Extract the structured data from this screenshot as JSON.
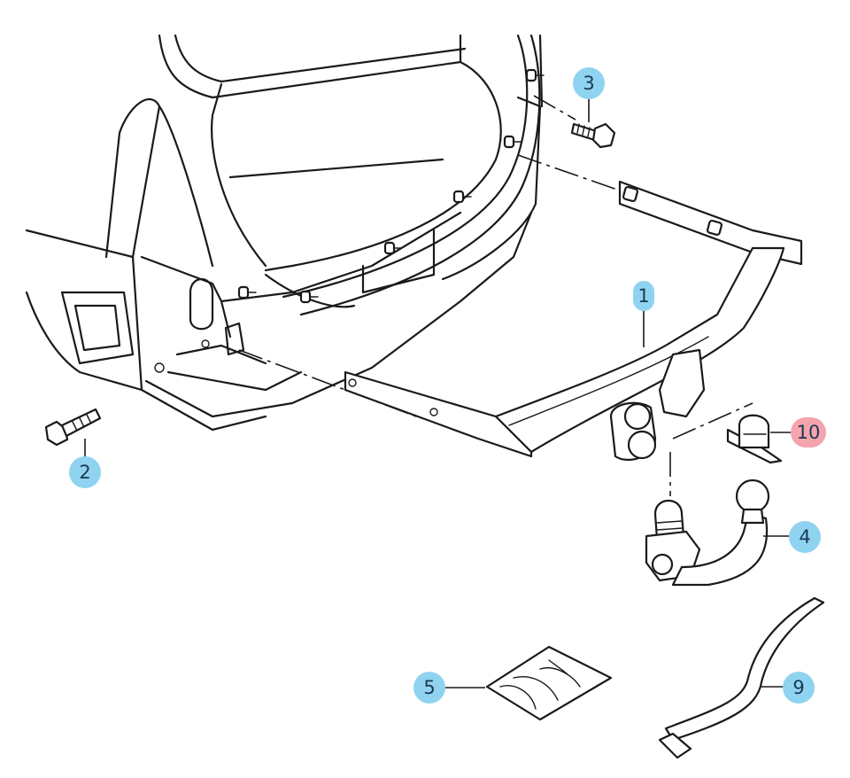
{
  "callouts": [
    {
      "id": "1",
      "label": "1",
      "color": "#8fd3f0"
    },
    {
      "id": "2",
      "label": "2",
      "color": "#8fd3f0"
    },
    {
      "id": "3",
      "label": "3",
      "color": "#8fd3f0"
    },
    {
      "id": "4",
      "label": "4",
      "color": "#8fd3f0"
    },
    {
      "id": "5",
      "label": "5",
      "color": "#8fd3f0"
    },
    {
      "id": "9",
      "label": "9",
      "color": "#8fd3f0"
    },
    {
      "id": "10",
      "label": "10",
      "color": "#f5a3ad"
    }
  ]
}
